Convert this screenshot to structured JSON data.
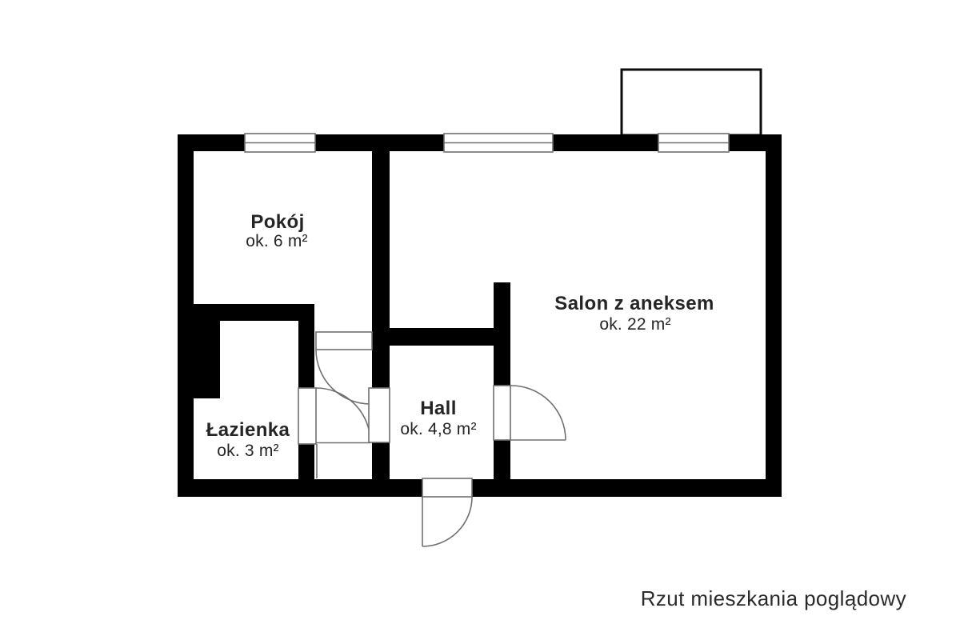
{
  "plan": {
    "caption": "Rzut mieszkania poglądowy",
    "rooms": [
      {
        "id": "pokoj",
        "name": "Pokój",
        "area": "ok. 6 m²"
      },
      {
        "id": "salon",
        "name": "Salon z aneksem",
        "area": "ok. 22 m²"
      },
      {
        "id": "hall",
        "name": "Hall",
        "area": "ok. 4,8 m²"
      },
      {
        "id": "lazienka",
        "name": "Łazienka",
        "area": "ok. 3 m²"
      }
    ],
    "colors": {
      "wall": "#000000",
      "background": "#ffffff",
      "door_window_line": "#6f7072",
      "text": "#252525"
    }
  }
}
